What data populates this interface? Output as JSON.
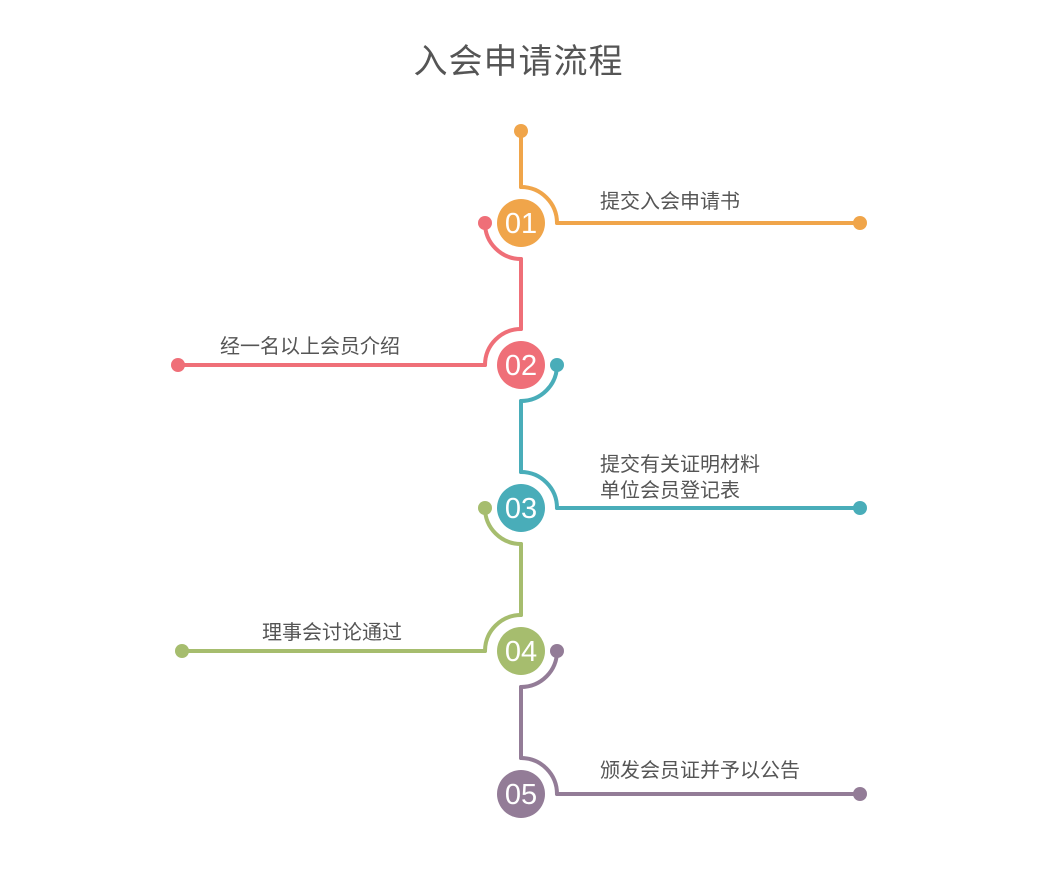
{
  "title": "入会申请流程",
  "steps": [
    {
      "number": "01",
      "lines": [
        "提交入会申请书"
      ],
      "color": "#f0a54a"
    },
    {
      "number": "02",
      "lines": [
        "经一名以上会员介绍"
      ],
      "color": "#ef6f78"
    },
    {
      "number": "03",
      "lines": [
        "提交有关证明材料",
        "单位会员登记表"
      ],
      "color": "#49adb9"
    },
    {
      "number": "04",
      "lines": [
        "理事会讨论通过"
      ],
      "color": "#a6bd6e"
    },
    {
      "number": "05",
      "lines": [
        "颁发会员证并予以公告"
      ],
      "color": "#937c97"
    }
  ]
}
